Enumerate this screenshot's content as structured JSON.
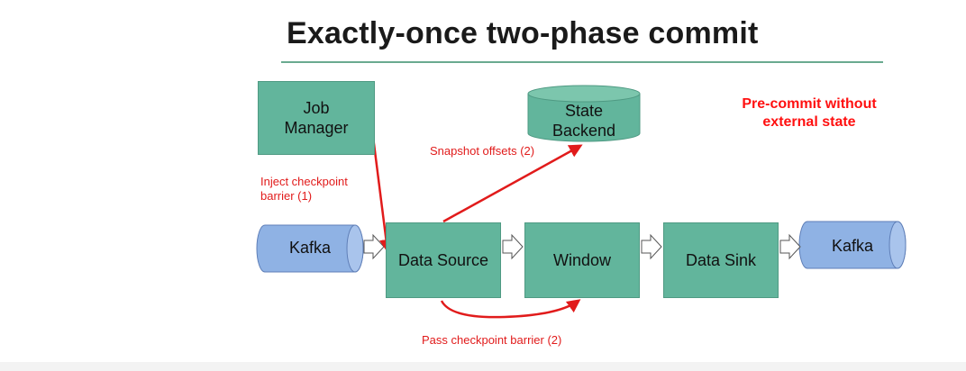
{
  "title": "Exactly-once two-phase commit",
  "note": {
    "line1": "Pre-commit without",
    "line2": "external state"
  },
  "nodes": {
    "job_manager": {
      "line1": "Job",
      "line2": "Manager"
    },
    "state_backend": {
      "line1": "State",
      "line2": "Backend"
    },
    "kafka_in": "Kafka",
    "data_source": "Data Source",
    "window": "Window",
    "data_sink": "Data Sink",
    "kafka_out": "Kafka"
  },
  "edge_labels": {
    "inject_line1": "Inject checkpoint",
    "inject_line2": "barrier (1)",
    "snapshot": "Snapshot offsets (2)",
    "pass": "Pass checkpoint barrier (2)"
  },
  "colors": {
    "box_fill": "#62b59c",
    "cylinder_blue": "#8fb2e4",
    "accent_red": "#e11b1b",
    "rule_green": "#6aaa90"
  }
}
